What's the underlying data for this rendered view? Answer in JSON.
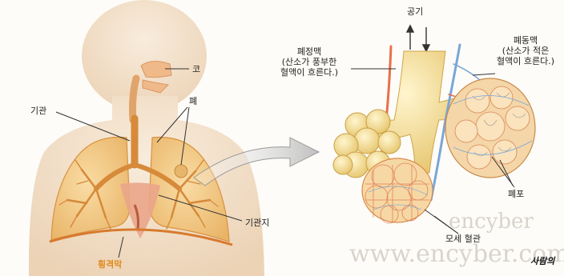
{
  "labels": {
    "nose": "코",
    "lung": "폐",
    "trachea": "기관",
    "bronchus": "기관지",
    "diaphragm": "횡격막",
    "air": "공기",
    "pulmonary_vein": [
      "폐정맥",
      "(산소가 풍부한",
      "혈액이 흐른다.)"
    ],
    "pulmonary_artery": [
      "폐동맥",
      "(산소가 적은",
      "혈액이 흐른다.)"
    ],
    "alveolus": "폐포",
    "capillary": "모세 혈관"
  },
  "watermark": {
    "line1": "encyber",
    "line2": "www.encyber.com"
  },
  "brand": "사람의",
  "colors": {
    "skin": "#f4e2cc",
    "lung_fill": "#f2c77e",
    "lung_line": "#d9923f",
    "airway": "#f5e3a6",
    "vein_red": "#e8704a",
    "artery_blue": "#7aa6d8",
    "diaphragm_label": "#e08a1e"
  }
}
